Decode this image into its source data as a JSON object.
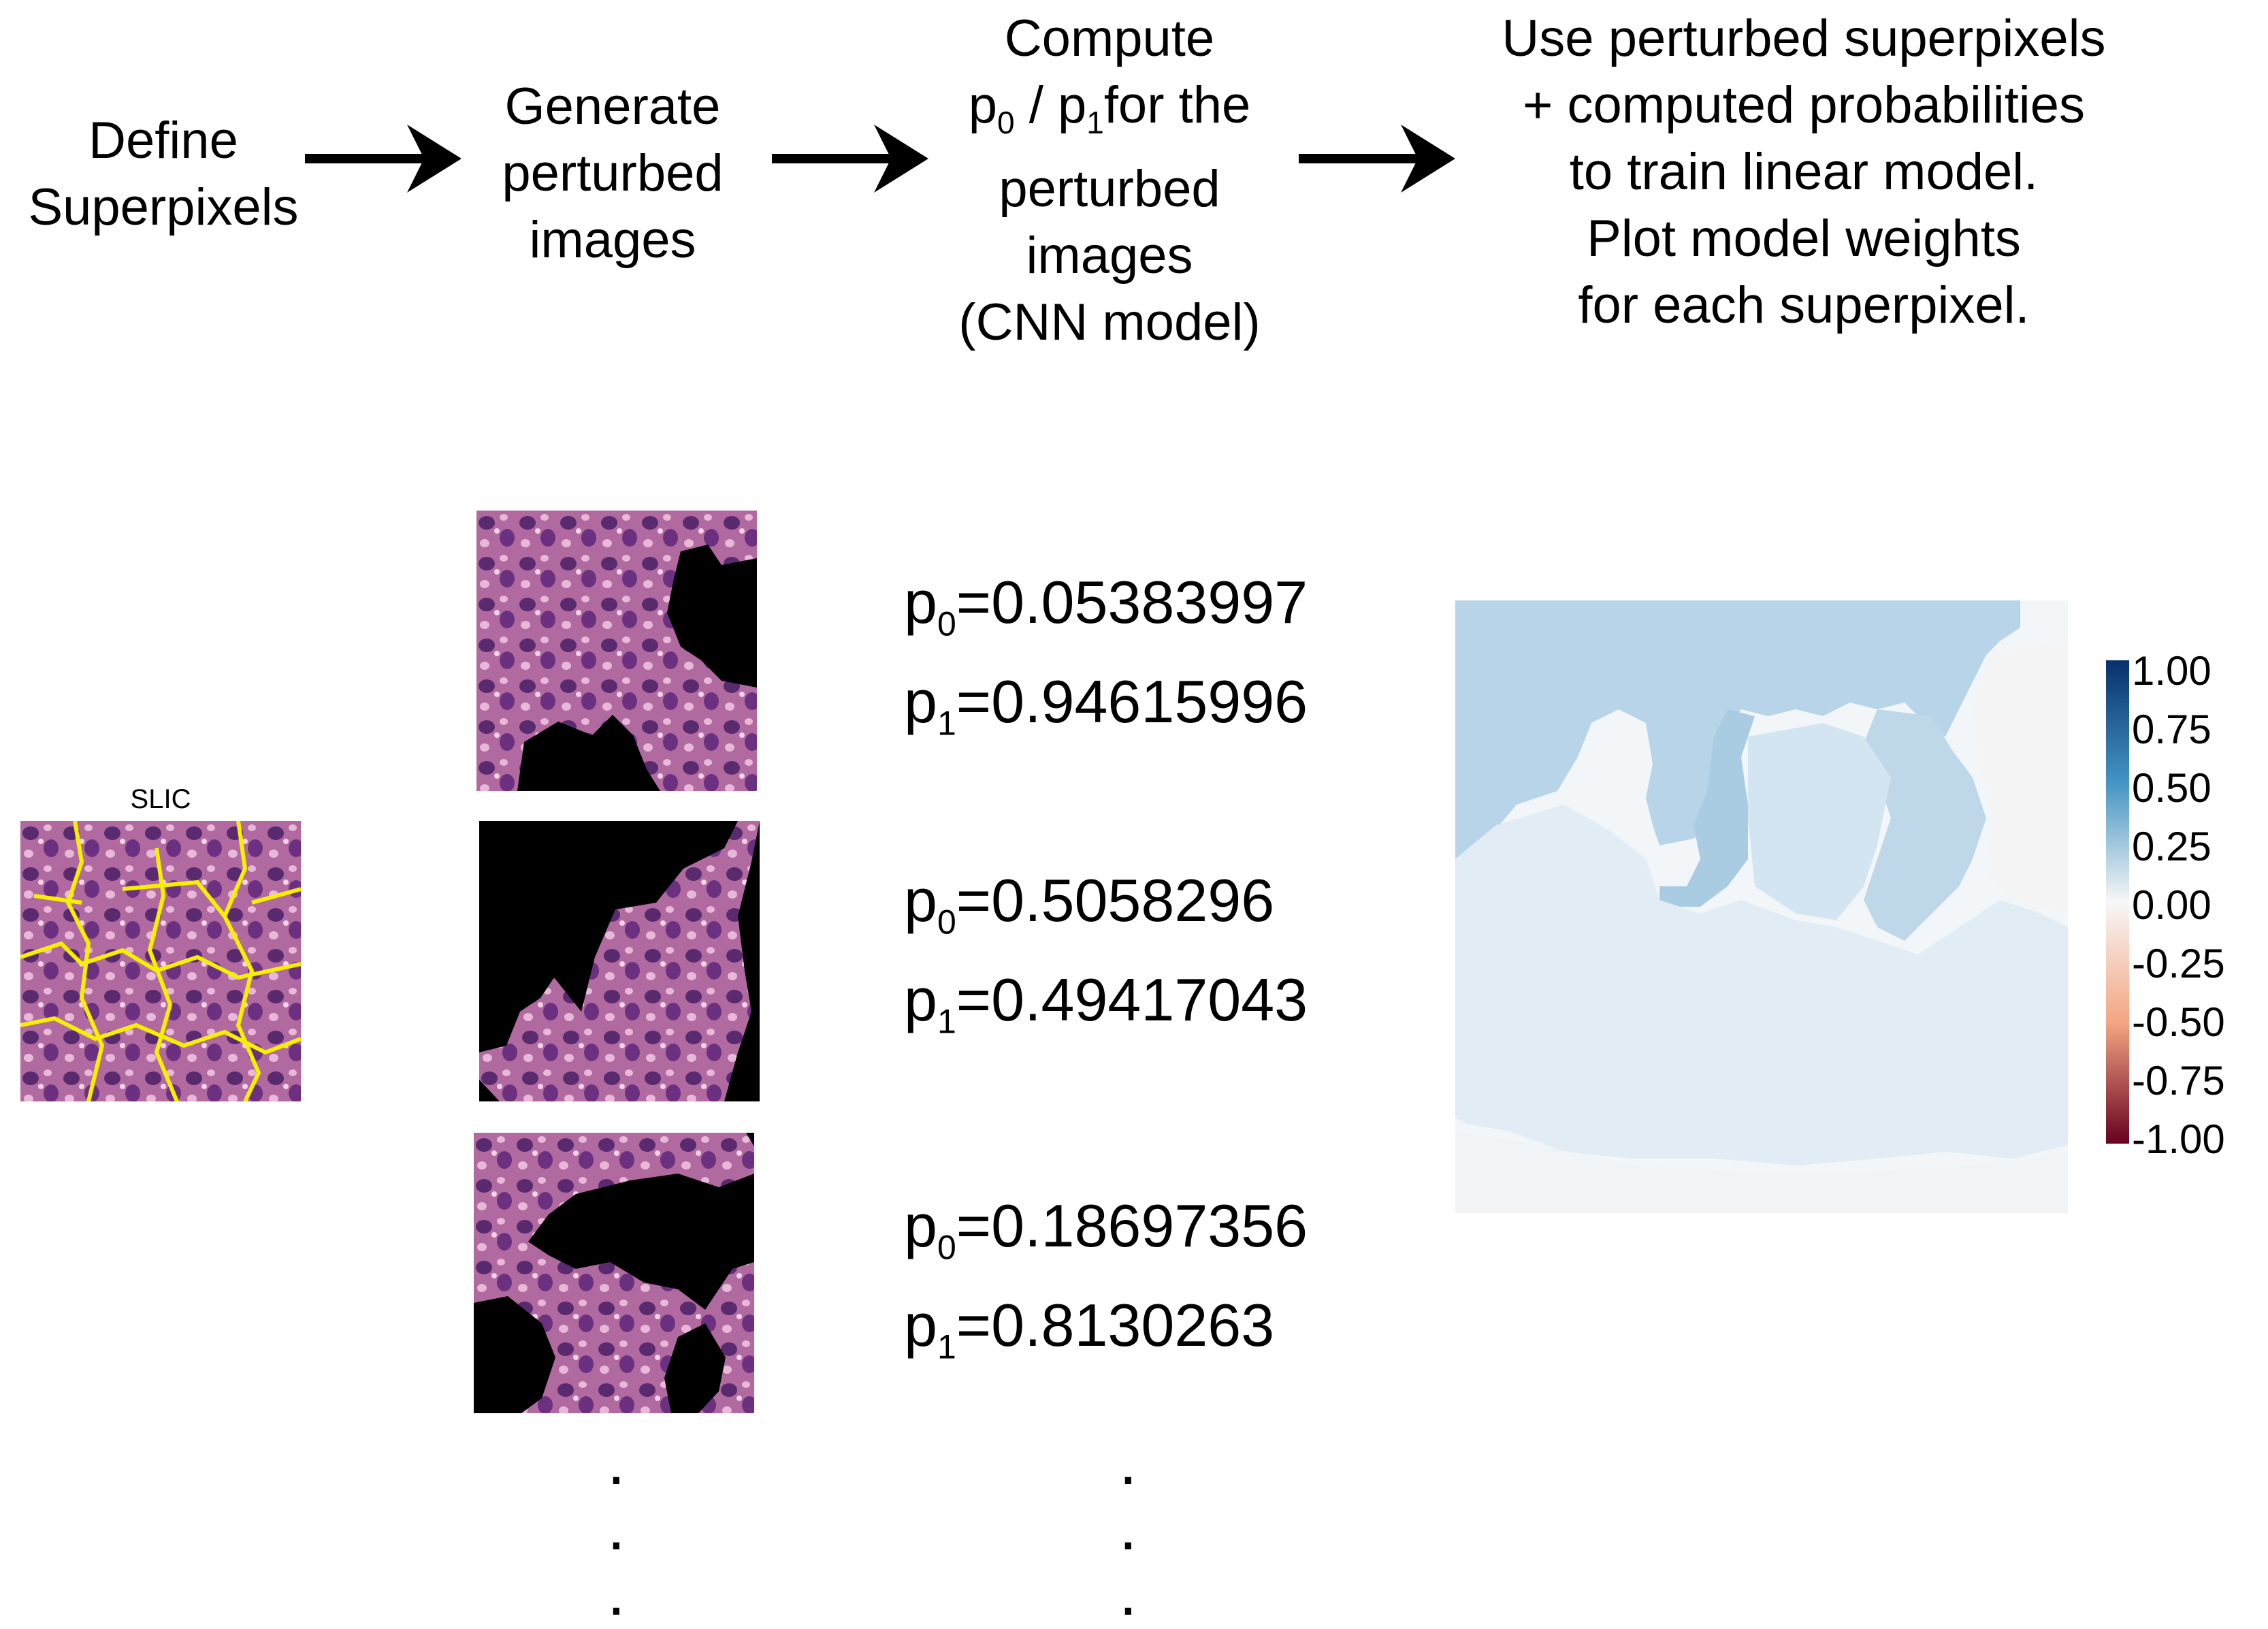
{
  "steps": [
    {
      "lines": [
        "Define",
        "Superpixels"
      ]
    },
    {
      "lines": [
        "Generate",
        "perturbed",
        "images"
      ]
    },
    {
      "compute": {
        "line1_a": "p",
        "line1_sub_a": "0",
        "line1_b": " / p",
        "line1_sub_b": "1",
        "line1_c": "for the",
        "lines": [
          "Compute",
          "perturbed",
          "images",
          "(CNN model)"
        ]
      }
    },
    {
      "lines": [
        "Use perturbed superpixels",
        "+ computed probabilities",
        "to train linear model.",
        "Plot model weights",
        "for each superpixel."
      ]
    }
  ],
  "slic_title": "SLIC",
  "probabilities": [
    {
      "p0_label": "p",
      "p0_sub": "0",
      "p0_value": "=0.05383997",
      "p1_label": "p",
      "p1_sub": "1",
      "p1_value": "=0.94615996"
    },
    {
      "p0_label": "p",
      "p0_sub": "0",
      "p0_value": "=0.5058296",
      "p1_label": "p",
      "p1_sub": "1",
      "p1_value": "=0.49417043"
    },
    {
      "p0_label": "p",
      "p0_sub": "0",
      "p0_value": "=0.18697356",
      "p1_label": "p",
      "p1_sub": "1",
      "p1_value": "=0.8130263"
    }
  ],
  "ellipsis": ".",
  "colorbar": {
    "ticks": [
      "1.00",
      "0.75",
      "0.50",
      "0.25",
      "0.00",
      "-0.25",
      "-0.50",
      "-0.75",
      "-1.00"
    ],
    "range": [
      -1.0,
      1.0
    ],
    "colors": {
      "max": "#08306b",
      "mid": "#f7f7f7",
      "min": "#67001f",
      "pos_light": "#a9cce3",
      "neg_light": "#f4a582"
    }
  },
  "colors": {
    "arrow": "#000000",
    "tissue_base": "#b06aa0",
    "tissue_dark": "#5a2a6e",
    "tissue_light": "#e8b8d8",
    "slic_boundary": "#f5f000",
    "mask": "#000000"
  }
}
